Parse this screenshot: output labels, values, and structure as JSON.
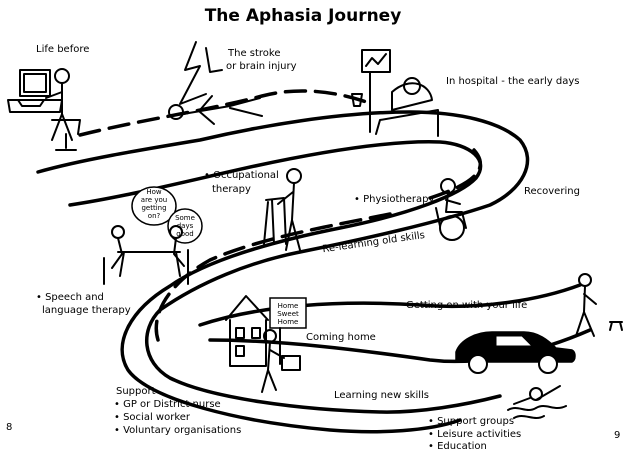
{
  "title": "The Aphasia Journey",
  "stages": {
    "life_before": "Life before",
    "stroke_line1": "The stroke",
    "stroke_line2": "or brain injury",
    "hospital": "In hospital - the early days",
    "occupational_line1": "• Occupational",
    "occupational_line2": "therapy",
    "physiotherapy": "• Physiotherapy",
    "recovering": "Recovering",
    "relearning": "Re-learning old skills",
    "speech_line1": "• Speech and",
    "speech_line2": "language therapy",
    "getting_on": "Getting on with your life",
    "coming_home": "Coming home",
    "learning_new": "Learning new skills"
  },
  "support": {
    "heading": "Support",
    "items": [
      "• GP or District nurse",
      "• Social worker",
      "• Voluntary organisations"
    ]
  },
  "groups": {
    "items": [
      "• Support groups",
      "• Leisure activities",
      "• Education"
    ]
  },
  "bubbles": {
    "left": [
      "How",
      "are you",
      "getting",
      "on?"
    ],
    "right": [
      "Some",
      "days",
      "good"
    ]
  },
  "home_sign": [
    "Home",
    "Sweet",
    "Home"
  ],
  "page_numbers": {
    "left": "8",
    "right": "9"
  },
  "icons": [
    "computer-user-icon",
    "lightning-bolt-icon",
    "fallen-person-icon",
    "hospital-bed-icon",
    "walking-frame-icon",
    "wheelchair-icon",
    "conversation-table-icon",
    "house-icon",
    "car-icon",
    "walker-with-dog-icon",
    "swimmer-icon"
  ]
}
